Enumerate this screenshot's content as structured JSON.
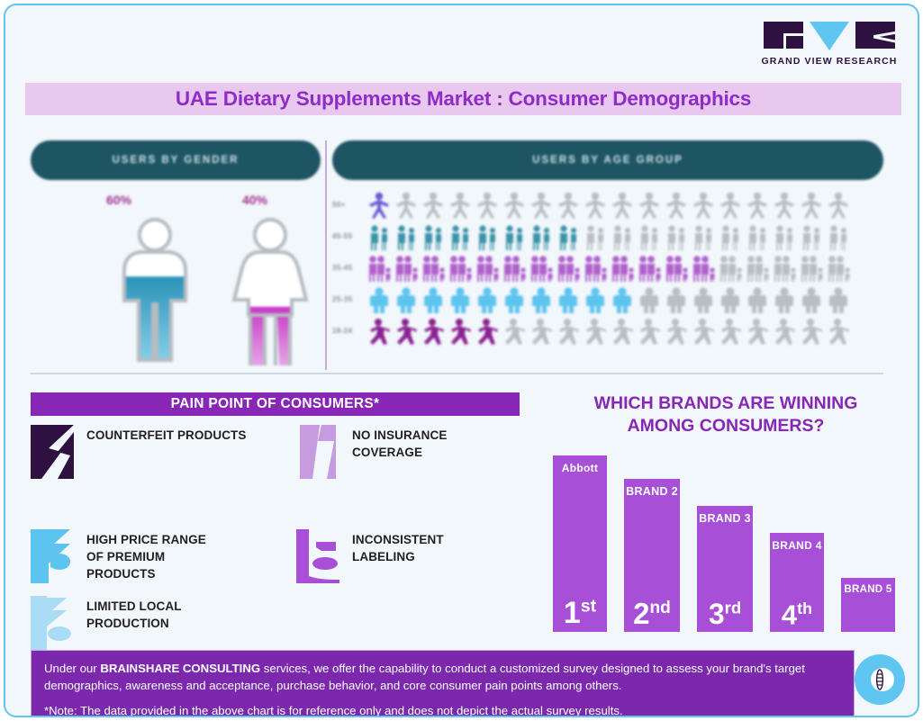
{
  "brand": {
    "logo_text": "GRAND VIEW RESEARCH",
    "logo_mark_left": "gv-left-mark",
    "logo_mark_center": "gv-triangle-mark",
    "logo_mark_right": "gv-right-mark"
  },
  "header": {
    "title": "UAE Dietary Supplements Market : Consumer Demographics"
  },
  "gender": {
    "panel_title": "USERS BY GENDER",
    "male_pct": "60%",
    "female_pct": "40%",
    "male_fill": 60,
    "female_fill": 40,
    "male_color": "#2b93b8",
    "female_color": "#c837c8"
  },
  "age": {
    "panel_title": "USERS BY AGE GROUP",
    "rows": [
      {
        "label": "50+",
        "filled": 1,
        "total": 18,
        "color": "#6f5ad2"
      },
      {
        "label": "45-55",
        "filled": 8,
        "total": 18,
        "color": "#3a93a8"
      },
      {
        "label": "35-45",
        "filled": 13,
        "total": 18,
        "color": "#b060cc"
      },
      {
        "label": "25-35",
        "filled": 10,
        "total": 18,
        "color": "#5cc4ef"
      },
      {
        "label": "18-24",
        "filled": 5,
        "total": 18,
        "color": "#8a2391"
      }
    ],
    "empty_color": "#b9bec4"
  },
  "pain_points": {
    "heading": "PAIN POINT OF CONSUMERS*",
    "items": [
      {
        "label": "COUNTERFEIT PRODUCTS",
        "icon": "counterfeit-icon",
        "color": "#2e1141"
      },
      {
        "label": "HIGH PRICE RANGE\nOF PREMIUM\nPRODUCTS",
        "icon": "price-tag-icon",
        "color": "#5cc4ef"
      },
      {
        "label": "LIMITED LOCAL\nPRODUCTION",
        "icon": "local-production-icon",
        "color": "#aadcf5"
      },
      {
        "label": "NO INSURANCE\nCOVERAGE",
        "icon": "no-insurance-icon",
        "color": "#c79be0"
      },
      {
        "label": "INCONSISTENT\nLABELING",
        "icon": "inconsistent-label-icon",
        "color": "#a84fd8"
      }
    ]
  },
  "brands": {
    "title_line1": "WHICH BRANDS ARE WINNING",
    "title_line2": "AMONG CONSUMERS?"
  },
  "chart_data": {
    "type": "bar",
    "title": "WHICH BRANDS ARE WINNING AMONG CONSUMERS?",
    "xlabel": "",
    "ylabel": "",
    "categories": [
      "Abbott",
      "BRAND 2",
      "BRAND 3",
      "BRAND 4",
      "BRAND 5"
    ],
    "values": [
      196,
      170,
      140,
      110,
      60
    ],
    "ylim": [
      0,
      196
    ],
    "bar_color": "#a84fd8",
    "ranks": [
      {
        "number": "1",
        "suffix": "st"
      },
      {
        "number": "2",
        "suffix": "nd"
      },
      {
        "number": "3",
        "suffix": "rd"
      },
      {
        "number": "4",
        "suffix": "th"
      },
      {
        "number": "",
        "suffix": ""
      }
    ],
    "grid": false,
    "legend": "none"
  },
  "footer": {
    "line1_pre": "Under our ",
    "line1_bold": "BRAINSHARE CONSULTING",
    "line1_post": " services, we offer the capability to conduct a customized survey designed to assess your brand's target demographics, awareness and acceptance, purchase behavior, and core consumer pain points among others.",
    "note": "*Note: The data provided in the above chart is for reference only and does not depict the actual survey results.",
    "badge_icon": "eclipse-badge-icon"
  }
}
